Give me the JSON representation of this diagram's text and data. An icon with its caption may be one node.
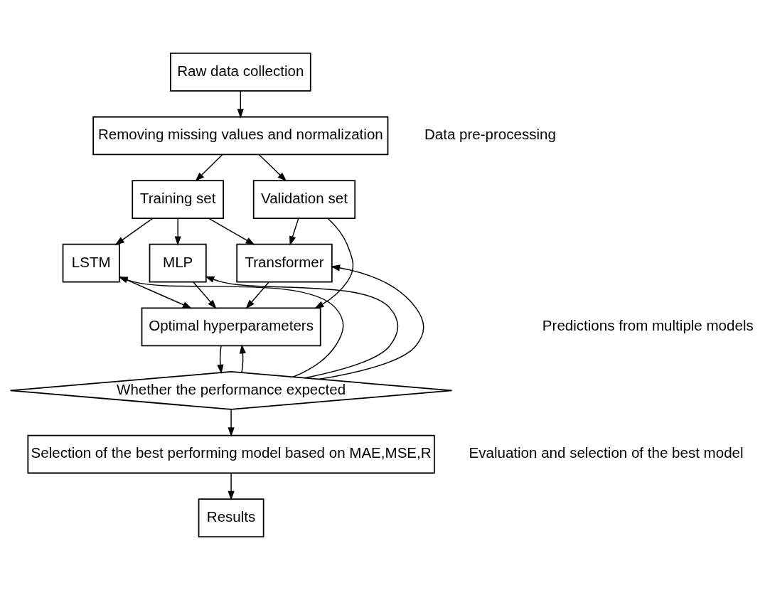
{
  "diagram": {
    "nodes": [
      {
        "text": [
          "Raw data collection"
        ]
      },
      {
        "text": [
          "Removing missing values and normalization"
        ]
      },
      {
        "text": [
          "Training set"
        ]
      },
      {
        "text": [
          "Validation set"
        ]
      },
      {
        "text": [
          "LSTM"
        ]
      },
      {
        "text": [
          "MLP"
        ]
      },
      {
        "text": [
          "Transformer"
        ]
      },
      {
        "text": [
          "Optimal hyperparameters"
        ]
      },
      {
        "text": [
          "Whether the performance expected"
        ]
      },
      {
        "text": [
          "Selection of the best performing model based on MAE,MSE,R"
        ]
      },
      {
        "text": [
          "Results"
        ]
      }
    ],
    "edges": [
      {
        "from": 0,
        "to": 1,
        "arrow": "to"
      },
      {
        "from": 1,
        "to": 2,
        "arrow": "to"
      },
      {
        "from": 1,
        "to": 3,
        "arrow": "to"
      },
      {
        "from": 2,
        "to": 4,
        "arrow": "to"
      },
      {
        "from": 2,
        "to": 5,
        "arrow": "to"
      },
      {
        "from": 2,
        "to": 6,
        "arrow": "to"
      },
      {
        "from": 3,
        "to": 6,
        "arrow": "to"
      },
      {
        "from": 3,
        "to": 7,
        "arrow": "to"
      },
      {
        "from": 4,
        "to": 7,
        "arrow": "to"
      },
      {
        "from": 5,
        "to": 7,
        "arrow": "to"
      },
      {
        "from": 6,
        "to": 7,
        "arrow": "to"
      },
      {
        "from": 7,
        "to": 8,
        "arrow": "to"
      },
      {
        "from": 8,
        "to": 4,
        "arrow": "to"
      },
      {
        "from": 8,
        "to": 5,
        "arrow": "to"
      },
      {
        "from": 8,
        "to": 6,
        "arrow": "to"
      },
      {
        "from": 8,
        "to": 7,
        "arrow": "to"
      },
      {
        "from": 8,
        "to": 9,
        "arrow": "to"
      },
      {
        "from": 9,
        "to": 10,
        "arrow": "to"
      }
    ],
    "labels": [
      "Data pre-processing",
      "Predictions from multiple models",
      "Evaluation and selection of the best model"
    ]
  }
}
